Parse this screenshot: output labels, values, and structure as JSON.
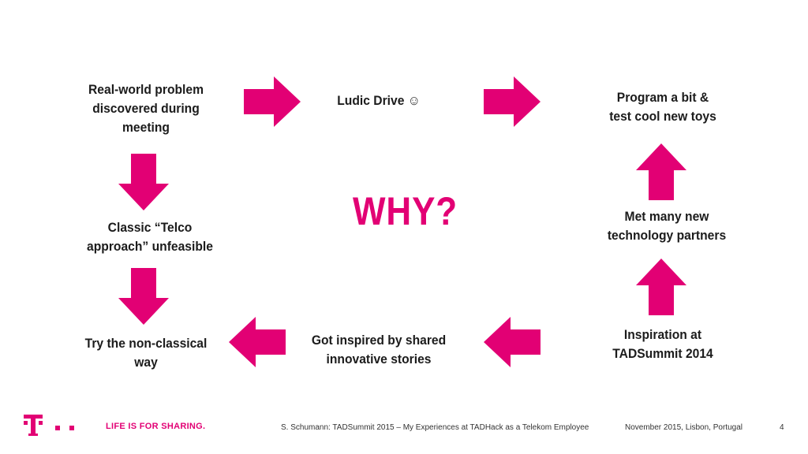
{
  "slide": {
    "title": "WHY?",
    "accent_color": "#e20074",
    "nodes": {
      "problem": [
        "Real-world problem",
        "discovered during",
        "meeting"
      ],
      "ludic": "Ludic Drive ☺",
      "program": [
        "Program a bit &",
        "test cool new toys"
      ],
      "classic": [
        "Classic “Telco",
        "approach” unfeasible"
      ],
      "partners": [
        "Met many new",
        "technology partners"
      ],
      "try": [
        "Try the non-classical",
        "way"
      ],
      "inspired": [
        "Got inspired by shared",
        "innovative stories"
      ],
      "inspiration": [
        "Inspiration at",
        "TADSummit 2014"
      ]
    },
    "arrows": {
      "right": "arrow-right-icon",
      "down": "arrow-down-icon",
      "up": "arrow-up-icon",
      "left": "arrow-left-icon"
    }
  },
  "footer": {
    "logo": "telekom-t-logo-icon",
    "tagline": "LIFE IS FOR SHARING.",
    "citation": "S. Schumann: TADSummit 2015 – My Experiences at TADHack as a Telekom Employee",
    "date_location": "November 2015, Lisbon, Portugal",
    "page_number": "4"
  }
}
